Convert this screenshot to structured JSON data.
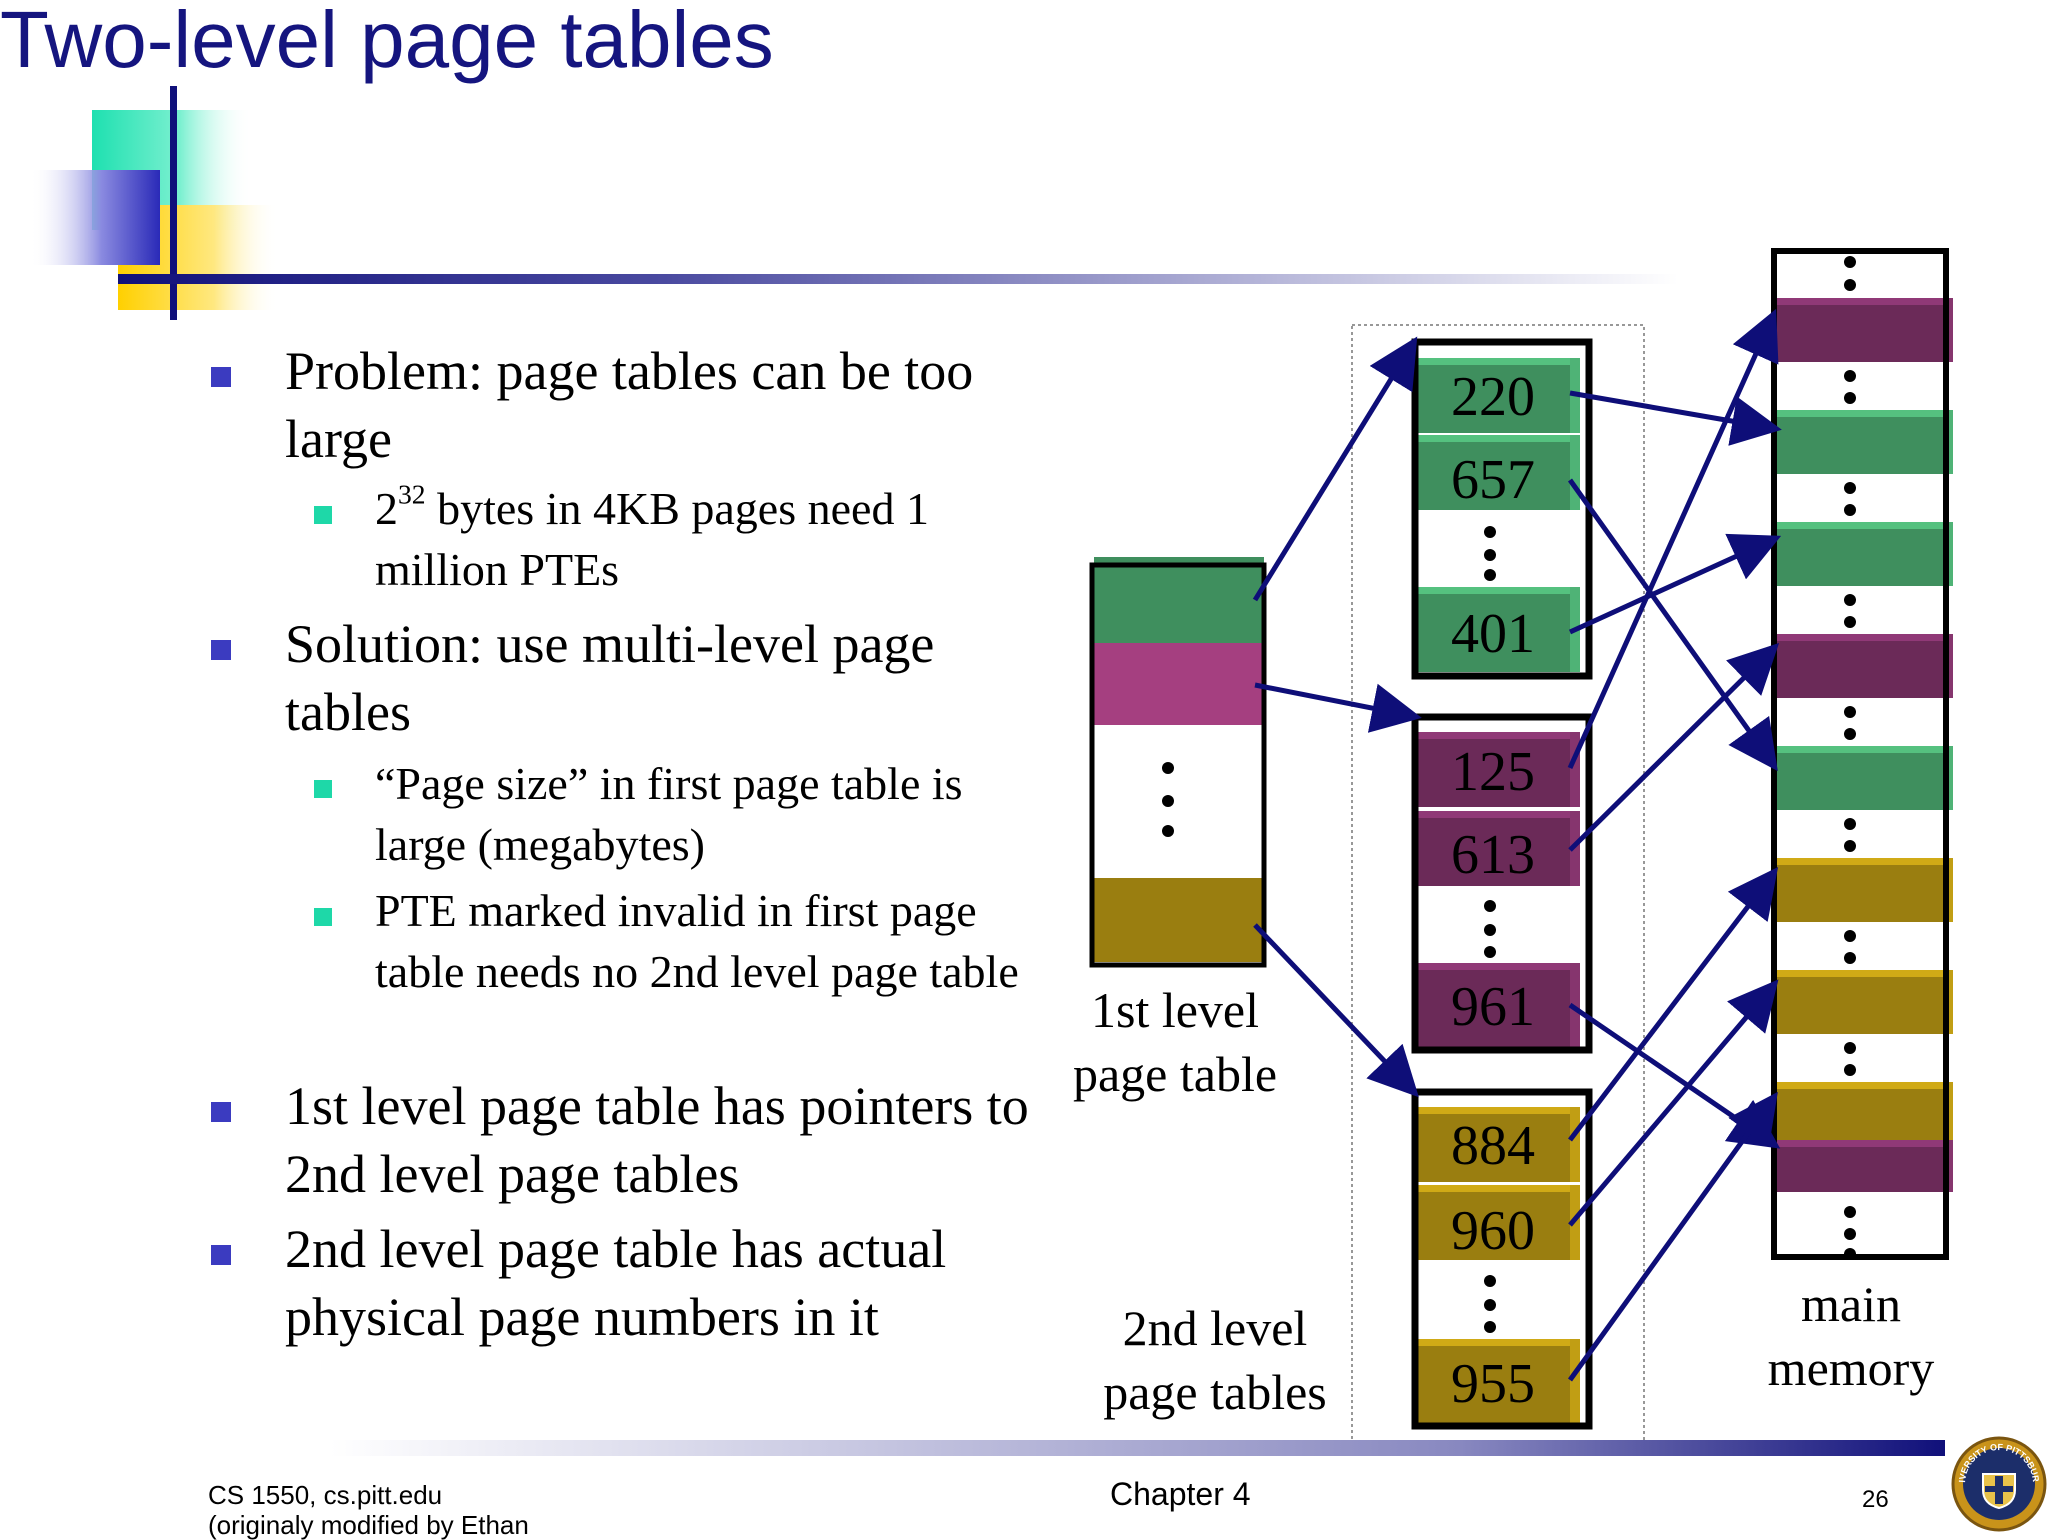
{
  "slide": {
    "title": "Two-level page tables",
    "bullets": [
      {
        "text": "Problem: page tables can be too large",
        "sub": [
          {
            "base": "2",
            "sup": "32",
            "rest": " bytes in 4KB pages need 1 million PTEs"
          }
        ]
      },
      {
        "text": "Solution: use multi-level page tables",
        "sub": [
          {
            "text": "“Page size” in first page table is large (megabytes)"
          },
          {
            "text": "PTE marked invalid in first page table needs no 2nd level page table"
          }
        ]
      },
      {
        "text": "1st level page table has pointers to 2nd level page tables"
      },
      {
        "text": "2nd level page table has actual physical page numbers in it"
      }
    ]
  },
  "diagram": {
    "first_level_label": "1st level page table",
    "second_level_label": "2nd level page tables",
    "memory_label": "main memory",
    "colors": {
      "green": "#3f8f5e",
      "magenta": "#a53f80",
      "purple": "#6b2a58",
      "olive": "#9a7e10",
      "arrow": "#0e0e78"
    },
    "tables": [
      {
        "color": "green",
        "entries": [
          "220",
          "657",
          "401"
        ]
      },
      {
        "color": "purple",
        "entries": [
          "125",
          "613",
          "961"
        ]
      },
      {
        "color": "olive",
        "entries": [
          "884",
          "960",
          "955"
        ]
      }
    ]
  },
  "footer": {
    "course": "CS 1550, cs.pitt.edu",
    "note": "(originaly modified by Ethan",
    "chapter": "Chapter 4",
    "page": "26",
    "seal": "UNIVERSITY OF PITTSBURGH"
  }
}
